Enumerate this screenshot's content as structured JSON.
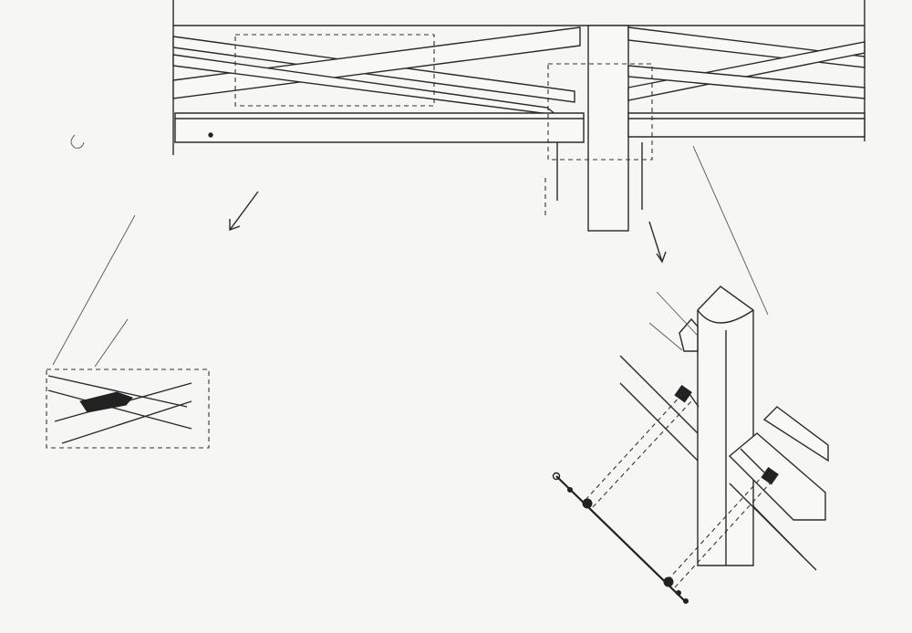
{
  "drawing": {
    "kind": "construction-detail",
    "palette": {
      "ink": "#2a2a2a",
      "paper": "#f6f6f4",
      "hardware": "#222222"
    },
    "views": [
      {
        "id": "elevation",
        "description_icon": "truss-elevation-icon"
      },
      {
        "id": "detail-brace-splice",
        "description_icon": "brace-plate-icon"
      },
      {
        "id": "detail-post-connection",
        "description_icon": "bolt-strap-icon"
      }
    ]
  }
}
